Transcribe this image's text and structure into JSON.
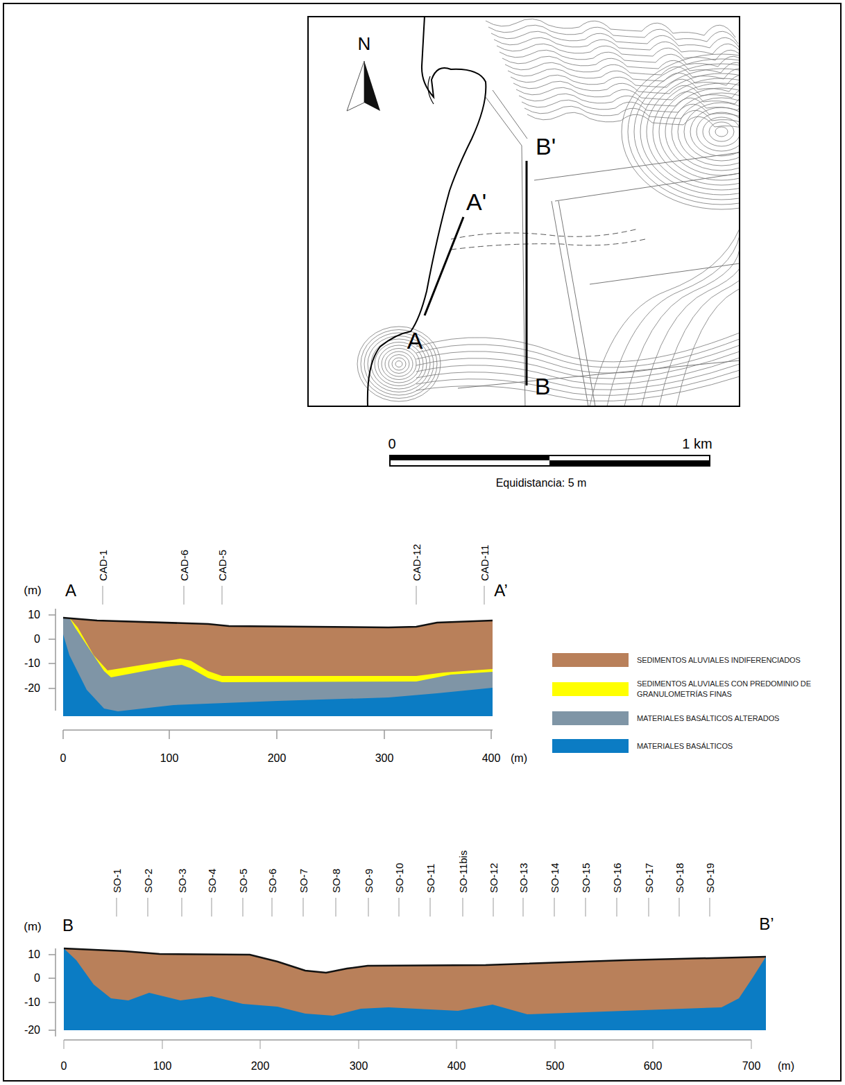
{
  "diagram": {
    "labels": [
      "N",
      "B'",
      "A'",
      "A",
      "B",
      "0",
      "1 km",
      "Equidistancia: 5 m",
      "CAD-1",
      "CAD-6",
      "CAD-5",
      "CAD-12",
      "CAD-11",
      "(m)",
      "A",
      "A’",
      "10",
      "0",
      "-10",
      "-20",
      "0",
      "100",
      "200",
      "300",
      "400",
      "(m)",
      "SO-1",
      "SO-2",
      "SO-3",
      "SO-4",
      "SO-5",
      "SO-6",
      "SO-7",
      "SO-8",
      "SO-9",
      "SO-10",
      "SO-11",
      "SO-11bis",
      "SO-12",
      "SO-13",
      "SO-14",
      "SO-15",
      "SO-16",
      "SO-17",
      "SO-18",
      "SO-19",
      "(m)",
      "B",
      "B’",
      "10",
      "0",
      "-10",
      "-20",
      "0",
      "100",
      "200",
      "300",
      "400",
      "500",
      "600",
      "700",
      "(m)"
    ],
    "legend": [
      {
        "text": "SEDIMENTOS ALUVIALES INDIFERENCIADOS",
        "color": "#b9805a"
      },
      {
        "text": "SEDIMENTOS ALUVIALES CON PREDOMINIO DE GRANULOMETRÍAS FINAS",
        "color": "#ffff00"
      },
      {
        "text": "MATERIALES BASÁLTICOS ALTERADOS",
        "color": "#7f95a6"
      },
      {
        "text": "MATERIALES BASÁLTICOS",
        "color": "#0b7cc4"
      }
    ]
  }
}
